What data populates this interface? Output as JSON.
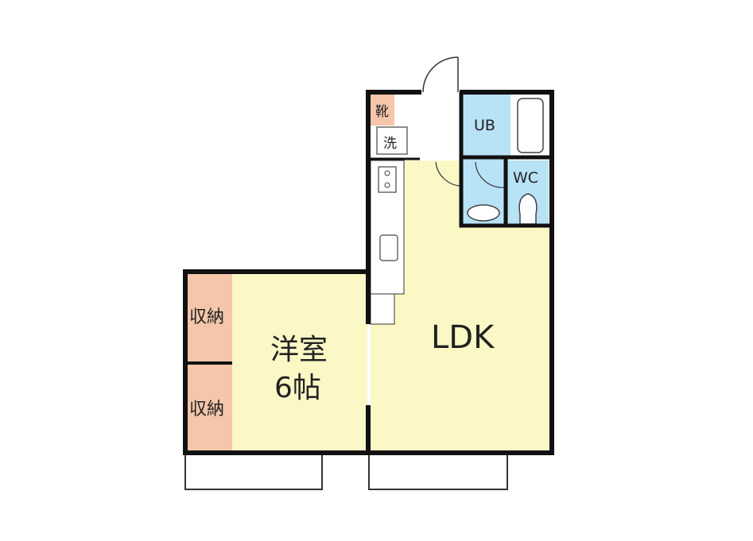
{
  "rooms": {
    "shoes": "靴",
    "laundry": "洗",
    "bath": "UB",
    "toilet": "WC",
    "ldk": "LDK",
    "western_room_line1": "洋室",
    "western_room_line2": "6帖",
    "storage_upper": "収納",
    "storage_lower": "収納"
  },
  "colors": {
    "yellow": "#fbf8c6",
    "blue": "#b8e2f6",
    "salmon": "#f5c6aa",
    "wall": "#111111"
  }
}
